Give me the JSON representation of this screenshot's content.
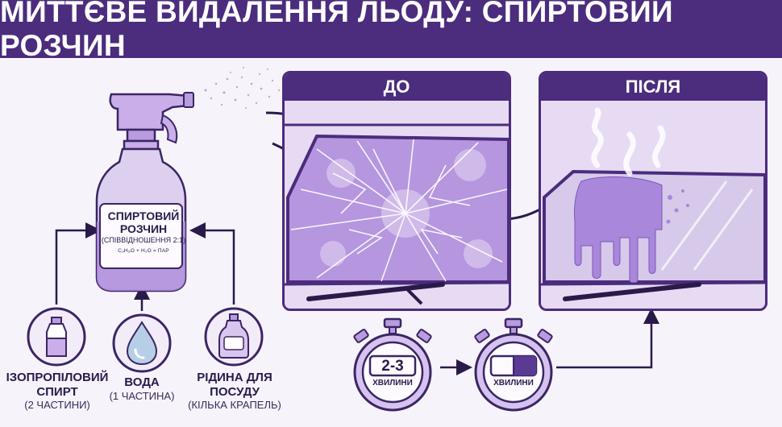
{
  "title": "МИТТЄВЕ ВИДАЛЕННЯ ЛЬОДУ: СПИРТОВИЙ РОЗЧИН",
  "panels": {
    "before": "ДО",
    "after": "ПІСЛЯ"
  },
  "bottle": {
    "title_line1": "СПИРТОВИЙ",
    "title_line2": "РОЗЧИН",
    "ratio": "(СПІВВІДНОШЕННЯ 2:1)",
    "icons_text": "C₃H₈O + H₂O = ПАР"
  },
  "ingredients": [
    {
      "name_line1": "ІЗОПРОПІЛОВИЙ",
      "name_line2": "СПИРТ",
      "amount": "(2 ЧАСТИНИ)",
      "icon": "alcohol-bottle-icon"
    },
    {
      "name_line1": "ВОДА",
      "name_line2": "",
      "amount": "(1 ЧАСТИНА)",
      "icon": "water-drop-icon"
    },
    {
      "name_line1": "РІДИНА ДЛЯ",
      "name_line2": "ПОСУДУ",
      "amount": "(КІЛЬКА КРАПЕЛЬ)",
      "icon": "dish-soap-icon"
    }
  ],
  "timers": [
    {
      "value": "2-3",
      "unit": "ХВИЛИНИ",
      "icon": "stopwatch-icon"
    },
    {
      "value": "",
      "unit": "ХВИЛИНИ",
      "icon": "stopwatch-pie-icon"
    }
  ],
  "colors": {
    "primary": "#4b2c7d",
    "lavender": "#b99be0",
    "ice": "#8e6cc7",
    "background": "#f7f3fb"
  }
}
